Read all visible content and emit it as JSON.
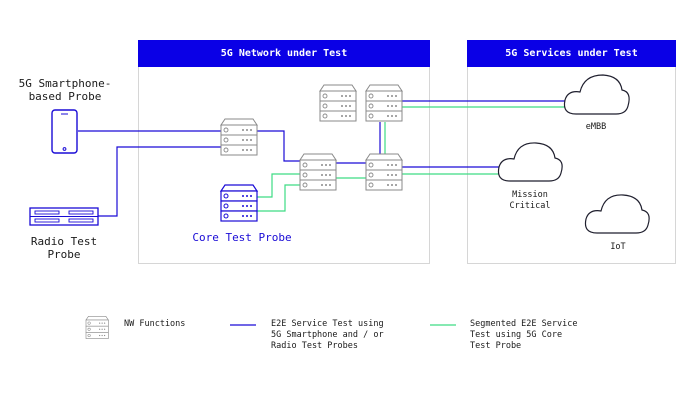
{
  "panels": {
    "network": {
      "title": "5G Network under Test"
    },
    "services": {
      "title": "5G Services under Test"
    }
  },
  "labels": {
    "smartphone_probe": "5G Smartphone-\nbased Probe",
    "radio_probe": "Radio Test\nProbe",
    "core_probe": "Core Test Probe",
    "embb": "eMBB",
    "mission_critical": "Mission\nCritical",
    "iot": "IoT"
  },
  "legend": {
    "nw_functions": "NW Functions",
    "e2e": "E2E Service Test using\n5G Smartphone and / or\nRadio Test Probes",
    "segmented": "Segmented E2E Service\nTest using 5G Core\nTest Probe"
  },
  "colors": {
    "blue": "#1a0bd6",
    "green": "#3ddc84",
    "header": "#0a00e6",
    "icon_stroke": "#8a8a8a"
  }
}
